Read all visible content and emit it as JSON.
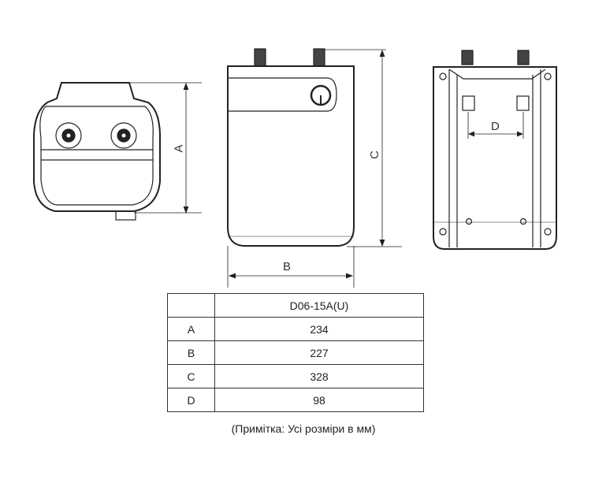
{
  "dimension_labels": {
    "a": "A",
    "b": "B",
    "c": "C",
    "d": "D"
  },
  "table": {
    "header": [
      "",
      "D06-15A(U)"
    ],
    "rows": [
      {
        "key": "A",
        "value": "234"
      },
      {
        "key": "B",
        "value": "227"
      },
      {
        "key": "C",
        "value": "328"
      },
      {
        "key": "D",
        "value": "98"
      }
    ]
  },
  "note": "(Примітка: Усі розміри в мм)"
}
